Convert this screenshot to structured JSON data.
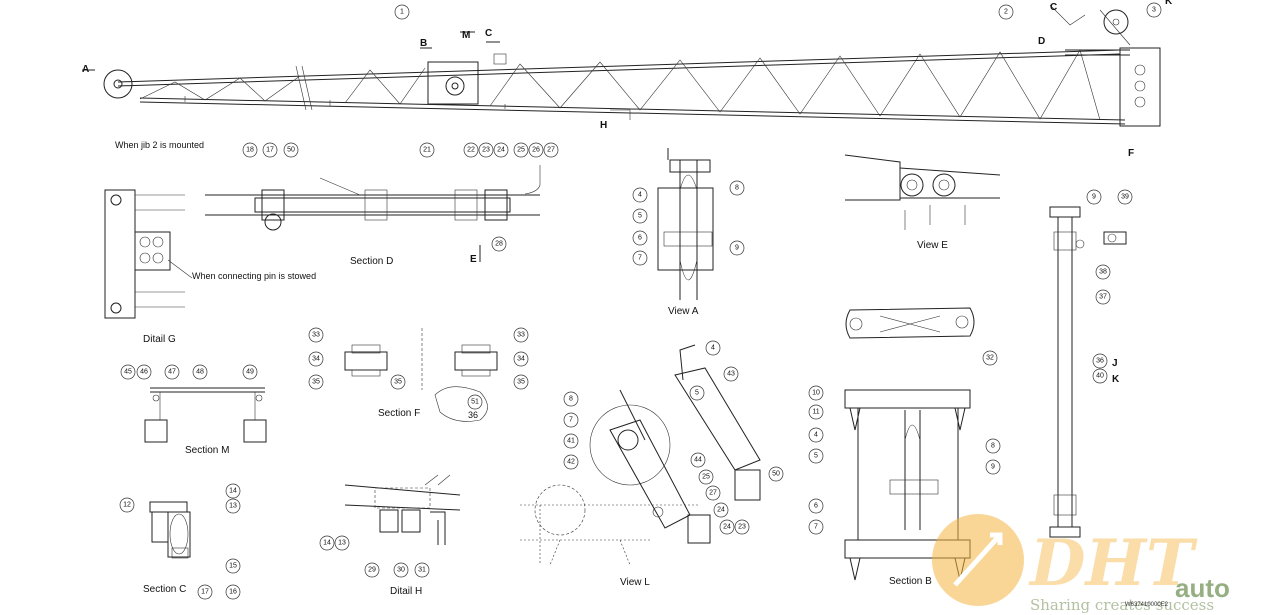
{
  "notes": {
    "jib_mounted": "When jib 2 is mounted",
    "pin_stowed": "When connecting pin is stowed"
  },
  "view_titles": {
    "section_d": "Section D",
    "ditail_g": "Ditail G",
    "view_a": "View A",
    "view_e": "View E",
    "section_f": "Section F",
    "section_m": "Section M",
    "view_l": "View L",
    "section_c": "Section C",
    "ditail_h": "Ditail H",
    "section_b": "Section B"
  },
  "cut_letters": {
    "a": "A",
    "b": "B",
    "m": "M",
    "c": "C",
    "h": "H",
    "d": "D",
    "f": "F",
    "e": "E",
    "c2": "C",
    "k": "K",
    "j": "J",
    "k2": "K"
  },
  "callouts": {
    "top1": "1",
    "top2": "2",
    "top3": "3",
    "d18": "18",
    "d17": "17",
    "d50": "50",
    "d21": "21",
    "d22": "22",
    "d23": "23",
    "d24": "24",
    "d25": "25",
    "d26": "26",
    "d27": "27",
    "d28": "28",
    "a4": "4",
    "a5": "5",
    "a6": "6",
    "a7": "7",
    "a8": "8",
    "a9": "9",
    "f33a": "33",
    "f34a": "34",
    "f35a": "35",
    "f35b": "35",
    "f33b": "33",
    "f34b": "34",
    "f35c": "35",
    "f51": "51",
    "f36": "36",
    "m45": "45",
    "m46": "46",
    "m47": "47",
    "m48": "48",
    "m49": "49",
    "l8": "8",
    "l7": "7",
    "l41": "41",
    "l42": "42",
    "l4": "4",
    "l5": "5",
    "l43": "43",
    "l44": "44",
    "l25": "25",
    "l27": "27",
    "l24a": "24",
    "l24b": "24",
    "l23": "23",
    "l50": "50",
    "c12": "12",
    "c14": "14",
    "c13": "13",
    "c15": "15",
    "c17": "17",
    "c16": "16",
    "h14": "14",
    "h13": "13",
    "h29": "29",
    "h30": "30",
    "h31": "31",
    "e32": "32",
    "b10": "10",
    "b11": "11",
    "b4": "4",
    "b5": "5",
    "b6": "6",
    "b7": "7",
    "b8": "8",
    "b9": "9",
    "r9": "9",
    "r39": "39",
    "r38": "38",
    "r37": "37",
    "r36": "36",
    "r40": "40"
  },
  "watermark": {
    "logo_main": "DHT",
    "logo_sub": "auto",
    "slogan": "Sharing creates success",
    "drawing_code": "W637410000E2"
  }
}
